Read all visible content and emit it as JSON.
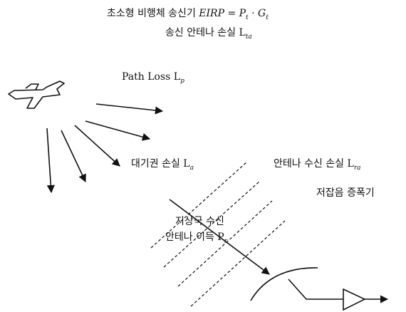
{
  "labels": {
    "transmitter_prefix": "초소형 비행체 송신기 ",
    "eirp_formula": "EIRP = P",
    "eirp_sub1": "t",
    "eirp_dot": " · G",
    "eirp_sub2": "t",
    "tx_loss_text": "송신 안테나 손실 L",
    "tx_loss_sub": "ta",
    "path_loss_text": "Path Loss L",
    "path_loss_sub": "p",
    "atm_loss_text": "대기권 손실 L",
    "atm_loss_sub": "a",
    "rx_loss_text": "안테나 수신 손실 L",
    "rx_loss_sub": "ra",
    "lna_text": "저잡음 증폭기",
    "ground_station_text": "지상국 수신",
    "gain_text": "안테나 이득 P",
    "gain_sub": "r"
  },
  "colors": {
    "ink": "#111111",
    "background": "#ffffff"
  }
}
